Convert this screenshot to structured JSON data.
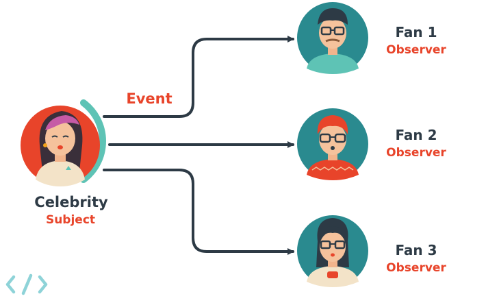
{
  "subject": {
    "name": "Celebrity",
    "role": "Subject"
  },
  "event_label": "Event",
  "fans": [
    {
      "name": "Fan 1",
      "role": "Observer"
    },
    {
      "name": "Fan 2",
      "role": "Observer"
    },
    {
      "name": "Fan 3",
      "role": "Observer"
    }
  ],
  "logo": {
    "icon": "code-brackets-icon"
  },
  "colors": {
    "accent_red": "#e8442a",
    "teal": "#2a8a8f",
    "arc": "#5ec3b5",
    "dark": "#2d3a45",
    "logo": "#8ed3d8"
  }
}
